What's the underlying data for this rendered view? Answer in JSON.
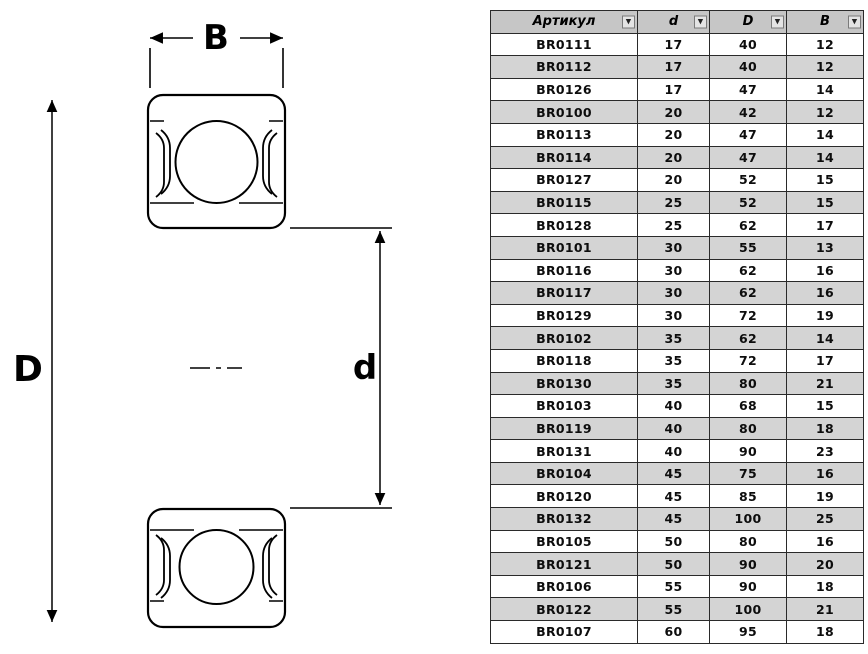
{
  "diagram": {
    "width_label": "B",
    "outer_diameter_label": "D",
    "bore_diameter_label": "d"
  },
  "table": {
    "filter_icon": "▼",
    "columns": [
      {
        "key": "article",
        "label": "Артикул"
      },
      {
        "key": "d",
        "label": "d"
      },
      {
        "key": "D",
        "label": "D"
      },
      {
        "key": "B",
        "label": "B"
      }
    ],
    "rows": [
      [
        "BR0111",
        17,
        40,
        12
      ],
      [
        "BR0112",
        17,
        40,
        12
      ],
      [
        "BR0126",
        17,
        47,
        14
      ],
      [
        "BR0100",
        20,
        42,
        12
      ],
      [
        "BR0113",
        20,
        47,
        14
      ],
      [
        "BR0114",
        20,
        47,
        14
      ],
      [
        "BR0127",
        20,
        52,
        15
      ],
      [
        "BR0115",
        25,
        52,
        15
      ],
      [
        "BR0128",
        25,
        62,
        17
      ],
      [
        "BR0101",
        30,
        55,
        13
      ],
      [
        "BR0116",
        30,
        62,
        16
      ],
      [
        "BR0117",
        30,
        62,
        16
      ],
      [
        "BR0129",
        30,
        72,
        19
      ],
      [
        "BR0102",
        35,
        62,
        14
      ],
      [
        "BR0118",
        35,
        72,
        17
      ],
      [
        "BR0130",
        35,
        80,
        21
      ],
      [
        "BR0103",
        40,
        68,
        15
      ],
      [
        "BR0119",
        40,
        80,
        18
      ],
      [
        "BR0131",
        40,
        90,
        23
      ],
      [
        "BR0104",
        45,
        75,
        16
      ],
      [
        "BR0120",
        45,
        85,
        19
      ],
      [
        "BR0132",
        45,
        100,
        25
      ],
      [
        "BR0105",
        50,
        80,
        16
      ],
      [
        "BR0121",
        50,
        90,
        20
      ],
      [
        "BR0106",
        55,
        90,
        18
      ],
      [
        "BR0122",
        55,
        100,
        21
      ],
      [
        "BR0107",
        60,
        95,
        18
      ]
    ]
  },
  "colors": {
    "header_bg": "#c6c6c6",
    "row_bg": "#ffffff",
    "row_alt_bg": "#d4d4d4",
    "grid_line": "#2a2a2a",
    "line_color": "#000000"
  }
}
